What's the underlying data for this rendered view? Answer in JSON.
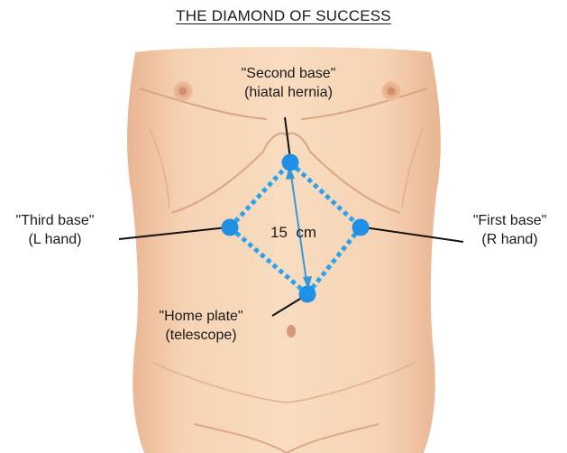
{
  "title": "THE DIAMOND OF SUCCESS",
  "ports": {
    "second_base": {
      "line1": "\"Second base\"",
      "line2": "(hiatal hernia)"
    },
    "third_base": {
      "line1": "\"Third base\"",
      "line2": "(L hand)"
    },
    "first_base": {
      "line1": "\"First base\"",
      "line2": "(R hand)"
    },
    "home_plate": {
      "line1": "\"Home plate\"",
      "line2": "(telescope)"
    }
  },
  "distance_label": "15  cm",
  "colors": {
    "port": "#1e90e6",
    "dotted_line": "#2aa3ee",
    "measure_arrow": "#3399dd",
    "skin": "#f6d2b2",
    "skin_shadow": "#e3ad89",
    "leader_line": "#111111"
  }
}
